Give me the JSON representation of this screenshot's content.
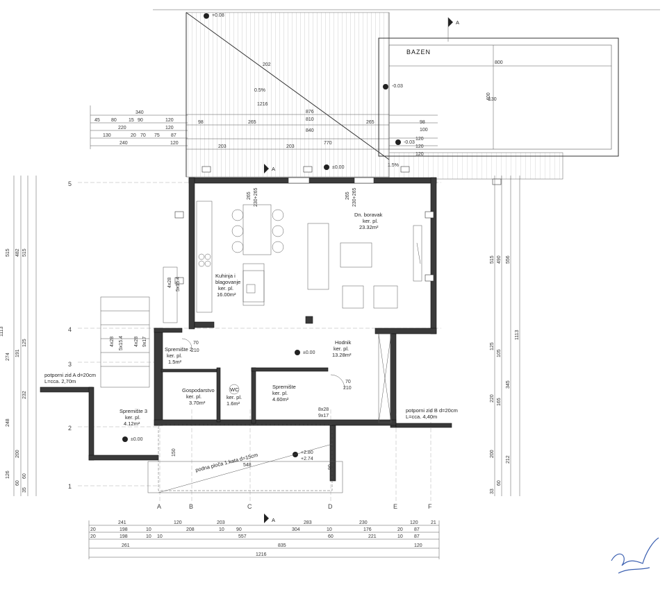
{
  "title": "",
  "pool": {
    "label": "BAZEN",
    "length": "800",
    "width": "400"
  },
  "section_marker": "A",
  "rooms": [
    {
      "id": "living",
      "name": "Dn. boravak",
      "floor": "ker. pl.",
      "area": "23.32m²"
    },
    {
      "id": "kitchen",
      "name1": "Kuhinja i",
      "name2": "blagovanje",
      "floor": "ker. pl.",
      "area": "16.00m²"
    },
    {
      "id": "hall",
      "name": "Hodnik",
      "floor": "ker. pl.",
      "area": "13.28m²"
    },
    {
      "id": "storage2",
      "name": "Spremište  2",
      "floor": "ker. pl.",
      "area": "1.5m²"
    },
    {
      "id": "utility",
      "name": "Gospodarstvo",
      "floor": "ker. pl.",
      "area": "3.70m²"
    },
    {
      "id": "wc",
      "name": "WC",
      "floor": "ker. pl.",
      "area": "1.6m²"
    },
    {
      "id": "storage",
      "name": "Spremište",
      "floor": "ker. pl.",
      "area": "4.60m²"
    },
    {
      "id": "storage3",
      "name": "Spremište 3",
      "floor": "ker. pl.",
      "area": "4.12m²"
    }
  ],
  "walls": {
    "wall_a": {
      "line1": "potporni zid A d=20cm",
      "line2": "L=cca. 2,70m"
    },
    "wall_b": {
      "line1": "potporni zid B d=20cm",
      "line2": "L=cca. 4,40m"
    },
    "slab": "podna ploča 1.kata d=15cm"
  },
  "levels": [
    "+0.08",
    "-0.03",
    "±0.00",
    "±0.00",
    "-0.03",
    "±0.00",
    "+2.80",
    "+2.74",
    "0.5%",
    "1.5%"
  ],
  "axes_cols": [
    "A",
    "B",
    "C",
    "D",
    "E",
    "F"
  ],
  "axes_rows": [
    "5",
    "4",
    "3",
    "2",
    "1"
  ],
  "stairs": {
    "upper": "4x28",
    "upper2": "5x15.4",
    "lower": "4x28",
    "lower2": "5x15.4",
    "lower3": "4x28",
    "lower4": "9x17",
    "inner": "8x28",
    "inner2": "9x17"
  },
  "doors": {
    "d1": "70",
    "d1h": "210",
    "d2": "70",
    "d2h": "210"
  },
  "top_dims": {
    "row1": [
      "340"
    ],
    "row2": [
      "45",
      "80",
      "15",
      "90",
      "120"
    ],
    "row3": [
      "220",
      "120"
    ],
    "row4": [
      "130",
      "20",
      "70",
      "75",
      "87"
    ],
    "row5": [
      "240",
      "120"
    ],
    "roof": [
      "1216",
      "876",
      "810",
      "840",
      "770",
      "265",
      "265",
      "203",
      "203",
      "98",
      "98",
      "120"
    ],
    "right": [
      "100",
      "120",
      "120"
    ]
  },
  "bottom_dims": {
    "row1": [
      "241",
      "120",
      "203",
      "283",
      "230",
      "120",
      "21"
    ],
    "row2": [
      "20",
      "198",
      "10",
      "208",
      "10",
      "90",
      "304",
      "10",
      "176",
      "20",
      "87"
    ],
    "row3": [
      "20",
      "198",
      "10",
      "10",
      "557",
      "60",
      "221",
      "10",
      "87"
    ],
    "row4": [
      "261",
      "835",
      "120"
    ],
    "row5": [
      "1216"
    ]
  },
  "left_dims": [
    "515",
    "482",
    "515",
    "1113",
    "274",
    "191",
    "125",
    "232",
    "248",
    "200",
    "126",
    "60",
    "35",
    "60"
  ],
  "right_dims": [
    "515",
    "490",
    "556",
    "1113",
    "125",
    "105",
    "345",
    "220",
    "165",
    "200",
    "212",
    "60",
    "33"
  ],
  "misc_dims": [
    "265",
    "230+265",
    "265",
    "230+265",
    "548",
    "150",
    "90",
    "130",
    "202"
  ]
}
